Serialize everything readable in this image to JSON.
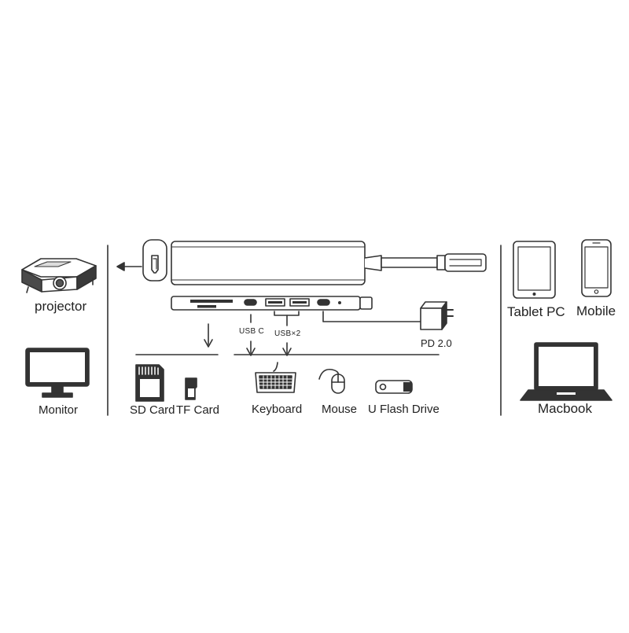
{
  "labels": {
    "projector": "projector",
    "monitor": "Monitor",
    "usb_c": "USB C",
    "usb_x2": "USB×2",
    "pd": "PD 2.0",
    "sd_card": "SD Card",
    "tf_card": "TF Card",
    "keyboard": "Keyboard",
    "mouse": "Mouse",
    "flash_drive": "U Flash Drive",
    "tablet": "Tablet PC",
    "mobile": "Mobile",
    "macbook": "Macbook"
  },
  "icons": [
    "projector-icon",
    "monitor-icon",
    "sd-card-icon",
    "tf-card-icon",
    "keyboard-icon",
    "mouse-icon",
    "flash-drive-icon",
    "power-adapter-icon",
    "tablet-icon",
    "mobile-icon",
    "laptop-icon",
    "hdmi-connector-icon"
  ],
  "colors": {
    "line": "#333333",
    "hub_body": "#ffffff",
    "background": "#ffffff"
  }
}
